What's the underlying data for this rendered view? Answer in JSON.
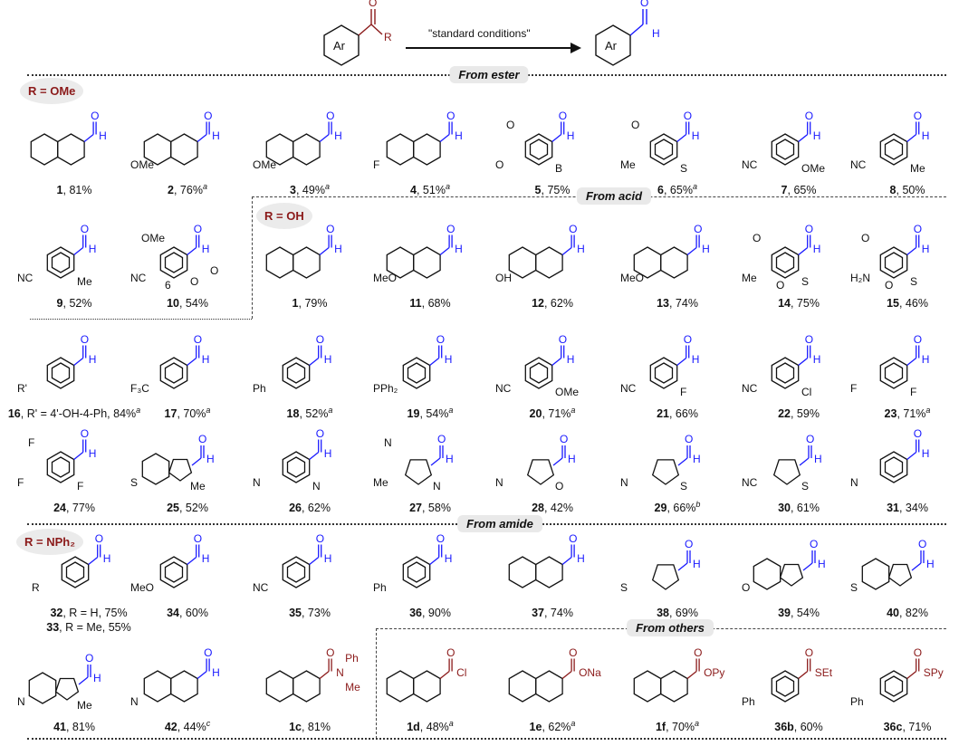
{
  "header": {
    "reactant_ring": "Ar",
    "reactant_O": "O",
    "reactant_R": "R",
    "conditions": "\"standard conditions\"",
    "product_ring": "Ar",
    "product_O": "O",
    "product_H": "H"
  },
  "aldehyde": {
    "o": "O",
    "h": "H"
  },
  "colors": {
    "aldehyde": "#1a1aff",
    "acyl": "#8b1a1a",
    "badge_bg": "#ebebeb"
  },
  "sections": {
    "ester": {
      "label": "From ester",
      "r_badge": "R = OMe"
    },
    "acid": {
      "label": "From acid",
      "r_badge": "R = OH"
    },
    "amide": {
      "label": "From amide",
      "r_badge": "R = NPh₂"
    },
    "others": {
      "label": "From others"
    }
  },
  "compounds": [
    {
      "id": "1",
      "yield": "81%",
      "ring": "naph",
      "subs": []
    },
    {
      "id": "2",
      "yield": "76%",
      "note": "a",
      "ring": "naph",
      "subs": [
        "OMe"
      ]
    },
    {
      "id": "3",
      "yield": "49%",
      "note": "a",
      "ring": "naph",
      "subs": [
        "OMe"
      ]
    },
    {
      "id": "4",
      "yield": "51%",
      "note": "a",
      "ring": "naph",
      "subs": [
        "F"
      ]
    },
    {
      "id": "5",
      "yield": "75%",
      "ring": "benz",
      "subs": [
        "O",
        "B",
        "O"
      ]
    },
    {
      "id": "6",
      "yield": "65%",
      "note": "a",
      "ring": "benz",
      "subs": [
        "Me",
        "S",
        "O"
      ]
    },
    {
      "id": "7",
      "yield": "65%",
      "ring": "benz",
      "subs": [
        "NC",
        "OMe"
      ]
    },
    {
      "id": "8",
      "yield": "50%",
      "ring": "benz",
      "subs": [
        "NC",
        "Me"
      ]
    },
    {
      "id": "9",
      "yield": "52%",
      "ring": "benz",
      "subs": [
        "NC",
        "Me"
      ]
    },
    {
      "id": "10",
      "yield": "54%",
      "ring": "benz",
      "subs": [
        "NC",
        "O",
        "OMe",
        "6",
        "O"
      ]
    },
    {
      "id": "1",
      "yield": "79%",
      "ring": "naph",
      "subs": []
    },
    {
      "id": "11",
      "yield": "68%",
      "ring": "naph",
      "subs": [
        "MeO"
      ]
    },
    {
      "id": "12",
      "yield": "62%",
      "ring": "naph",
      "subs": [
        "OH"
      ]
    },
    {
      "id": "13",
      "yield": "74%",
      "ring": "naph",
      "subs": [
        "MeO"
      ]
    },
    {
      "id": "14",
      "yield": "75%",
      "ring": "benz",
      "subs": [
        "Me",
        "S",
        "O",
        "O"
      ]
    },
    {
      "id": "15",
      "yield": "46%",
      "ring": "benz",
      "subs": [
        "H₂N",
        "S",
        "O",
        "O"
      ]
    },
    {
      "id": "16",
      "extra": "R' = 4'-OH-4-Ph,",
      "yield": "84%",
      "note": "a",
      "ring": "benz",
      "subs": [
        "R'"
      ]
    },
    {
      "id": "17",
      "yield": "70%",
      "note": "a",
      "ring": "benz",
      "subs": [
        "F₃C"
      ]
    },
    {
      "id": "18",
      "yield": "52%",
      "note": "a",
      "ring": "benz",
      "subs": [
        "Ph"
      ]
    },
    {
      "id": "19",
      "yield": "54%",
      "note": "a",
      "ring": "benz",
      "subs": [
        "PPh₂"
      ]
    },
    {
      "id": "20",
      "yield": "71%",
      "note": "a",
      "ring": "benz",
      "subs": [
        "NC",
        "OMe"
      ]
    },
    {
      "id": "21",
      "yield": "66%",
      "ring": "benz",
      "subs": [
        "NC",
        "F"
      ]
    },
    {
      "id": "22",
      "yield": "59%",
      "ring": "benz",
      "subs": [
        "NC",
        "Cl"
      ]
    },
    {
      "id": "23",
      "yield": "71%",
      "note": "a",
      "ring": "benz",
      "subs": [
        "F",
        "F"
      ]
    },
    {
      "id": "24",
      "yield": "77%",
      "ring": "benz",
      "subs": [
        "F",
        "F",
        "F"
      ]
    },
    {
      "id": "25",
      "yield": "52%",
      "ring": "benzo5",
      "subs": [
        "S",
        "Me"
      ]
    },
    {
      "id": "26",
      "yield": "62%",
      "ring": "benz",
      "subs": [
        "N",
        "N"
      ]
    },
    {
      "id": "27",
      "yield": "58%",
      "ring": "five",
      "subs": [
        "Me",
        "N",
        "N"
      ]
    },
    {
      "id": "28",
      "yield": "42%",
      "ring": "five",
      "subs": [
        "N",
        "O"
      ]
    },
    {
      "id": "29",
      "yield": "66%",
      "note": "b",
      "ring": "five",
      "subs": [
        "N",
        "S"
      ]
    },
    {
      "id": "30",
      "yield": "61%",
      "ring": "five",
      "subs": [
        "NC",
        "S"
      ]
    },
    {
      "id": "31",
      "yield": "34%",
      "ring": "benz",
      "subs": [
        "N"
      ]
    },
    {
      "id": "32",
      "extra": "R = H,",
      "yield": "75%",
      "ring": "benz",
      "subs": [
        "R"
      ],
      "line2": {
        "id": "33",
        "extra": "R = Me,",
        "yield": "55%"
      }
    },
    {
      "id": "34",
      "yield": "60%",
      "ring": "benz",
      "subs": [
        "MeO"
      ]
    },
    {
      "id": "35",
      "yield": "73%",
      "ring": "benz",
      "subs": [
        "NC"
      ]
    },
    {
      "id": "36",
      "yield": "90%",
      "ring": "benz",
      "subs": [
        "Ph"
      ]
    },
    {
      "id": "37",
      "yield": "74%",
      "ring": "naph",
      "subs": []
    },
    {
      "id": "38",
      "yield": "69%",
      "ring": "five",
      "subs": [
        "S"
      ]
    },
    {
      "id": "39",
      "yield": "54%",
      "ring": "benzo5",
      "subs": [
        "O"
      ]
    },
    {
      "id": "40",
      "yield": "82%",
      "ring": "benzo5",
      "subs": [
        "S"
      ]
    },
    {
      "id": "41",
      "yield": "81%",
      "ring": "benzo5",
      "subs": [
        "N",
        "Me"
      ]
    },
    {
      "id": "42",
      "yield": "44%",
      "note": "c",
      "ring": "naph",
      "subs": [
        "N"
      ]
    },
    {
      "id": "1c",
      "yield": "81%",
      "ring": "naph",
      "acyl": "N",
      "acyl_subs": [
        "Ph",
        "Me"
      ],
      "subs": []
    },
    {
      "id": "1d",
      "yield": "48%",
      "note": "a",
      "ring": "naph",
      "acyl": "Cl",
      "subs": []
    },
    {
      "id": "1e",
      "yield": "62%",
      "note": "a",
      "ring": "naph",
      "acyl": "ONa",
      "subs": []
    },
    {
      "id": "1f",
      "yield": "70%",
      "note": "a",
      "ring": "naph",
      "acyl": "OPy",
      "subs": []
    },
    {
      "id": "36b",
      "yield": "60%",
      "ring": "benz",
      "acyl": "SEt",
      "subs": [
        "Ph"
      ]
    },
    {
      "id": "36c",
      "yield": "71%",
      "ring": "benz",
      "acyl": "SPy",
      "subs": [
        "Ph"
      ]
    }
  ]
}
